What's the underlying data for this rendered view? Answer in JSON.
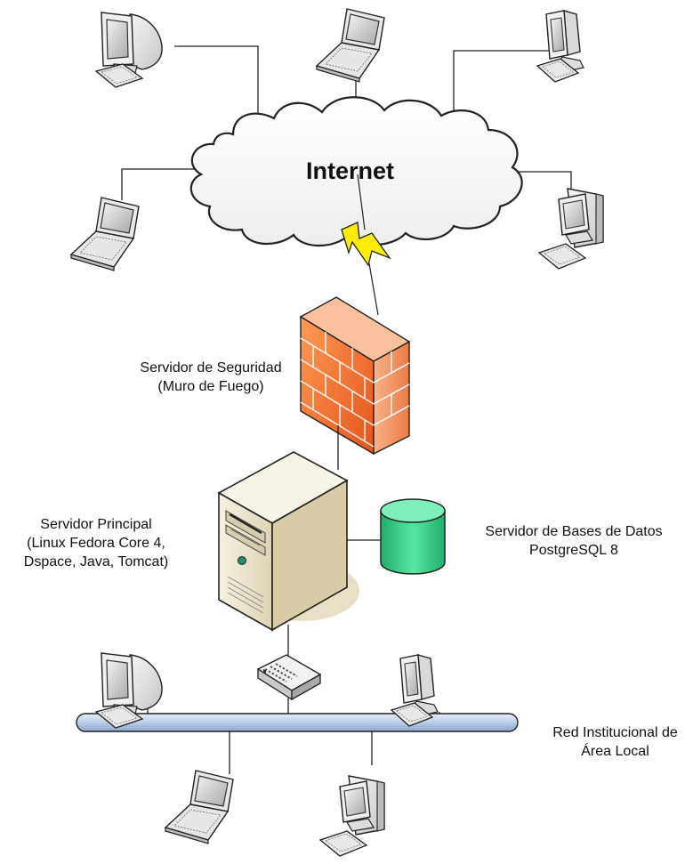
{
  "cloud": {
    "label": "Internet"
  },
  "firewall": {
    "label_line1": "Servidor de Seguridad",
    "label_line2": "(Muro de Fuego)"
  },
  "main_server": {
    "label_line1": "Servidor Principal",
    "label_line2": "(Linux Fedora Core 4,",
    "label_line3": "Dspace, Java, Tomcat)"
  },
  "db_server": {
    "label_line1": "Servidor de Bases de Datos",
    "label_line2": "PostgreSQL 8"
  },
  "lan": {
    "label_line1": "Red Institucional de",
    "label_line2": "Área Local"
  },
  "colors": {
    "firewall": "#f07838",
    "database": "#33cc88",
    "lan_bus": "#c8d8ec",
    "server_case": "#ece4cc",
    "lightning": "#ffee00"
  },
  "icons": [
    "crt-workstation-icon",
    "laptop-icon",
    "lcd-workstation-icon",
    "desktop-tower-icon",
    "cloud-icon",
    "lightning-bolt-icon",
    "firewall-brick-wall-icon",
    "server-tower-icon",
    "database-cylinder-icon",
    "network-switch-icon",
    "lan-bus-icon"
  ]
}
